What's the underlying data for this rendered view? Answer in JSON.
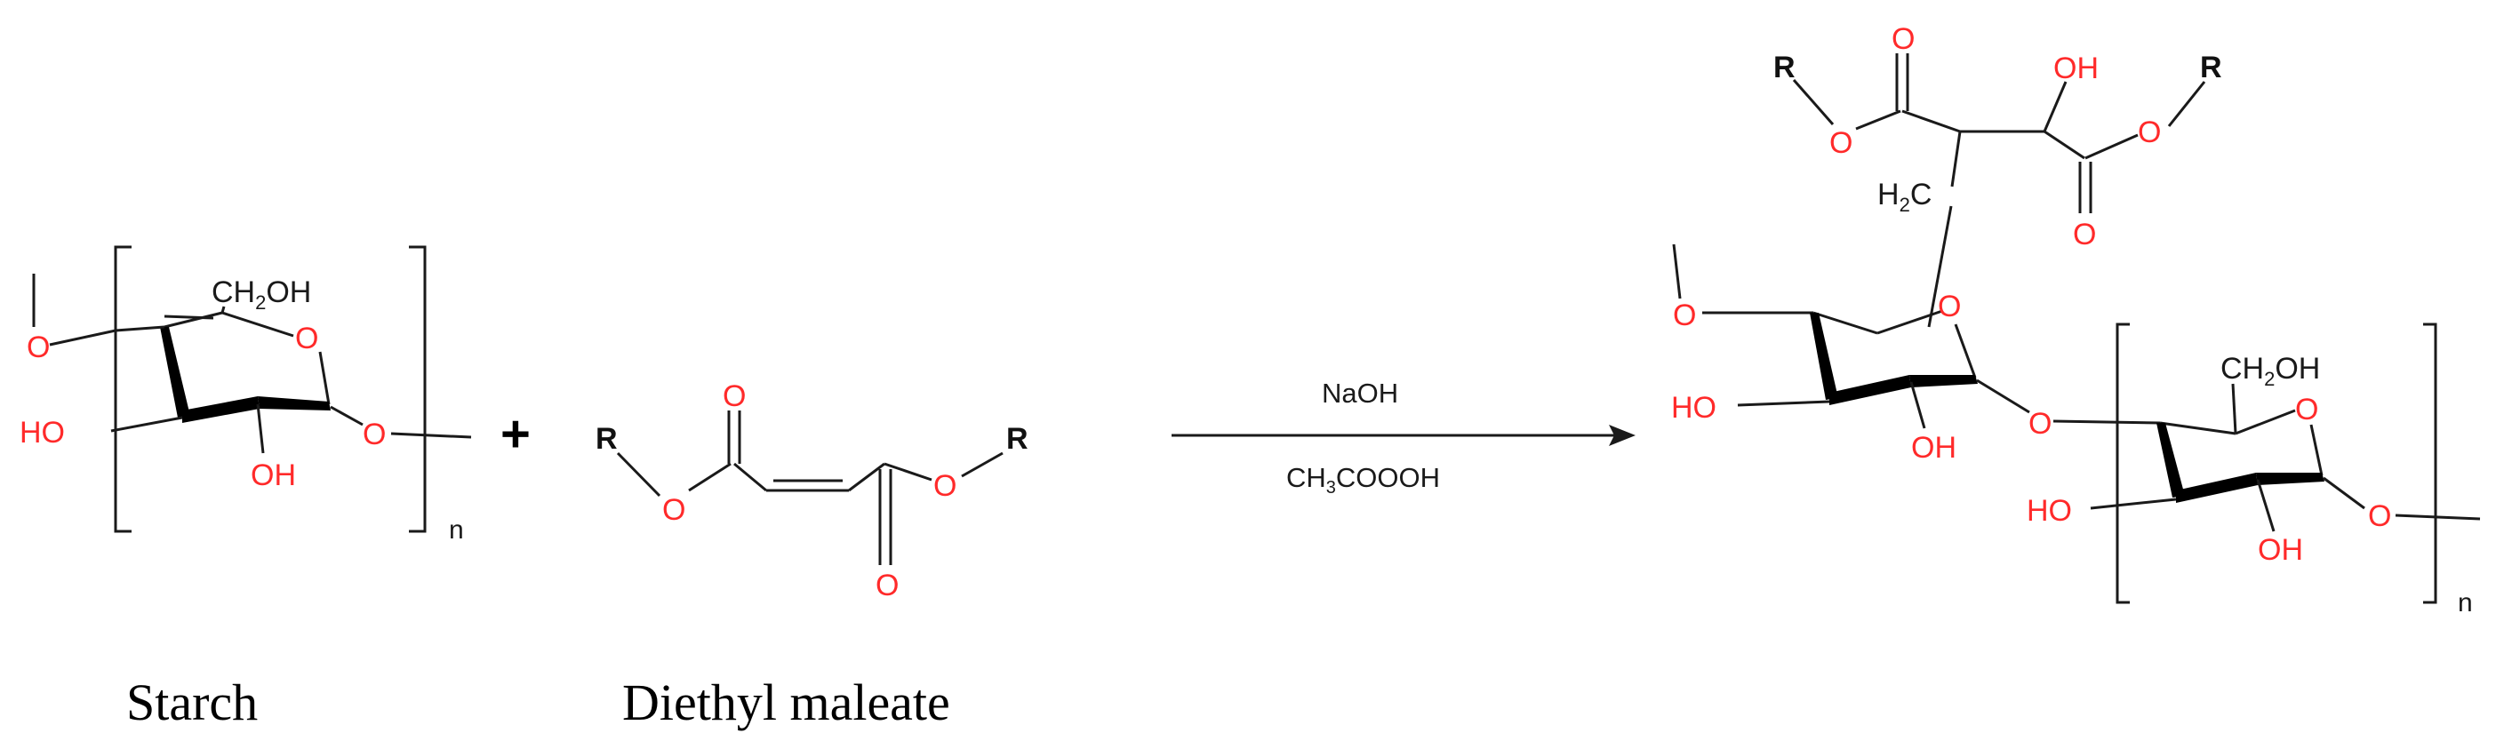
{
  "colors": {
    "heteroatom": "#ff2a2a",
    "bond": "#1a1a1a",
    "background": "#ffffff"
  },
  "starch": {
    "ch2oh_prefix": "CH",
    "ch2oh_sub": "2",
    "ch2oh_suffix": "OH",
    "ring_o": "O",
    "link_o_left": "O",
    "link_o_right": "O",
    "ho3": "HO",
    "oh2": "OH",
    "repeat_n": "n",
    "caption": "Starch"
  },
  "plus_sign": "+",
  "maleate": {
    "r_left": "R",
    "r_right": "R",
    "o_top": "O",
    "o_ester_left": "O",
    "o_ester_right": "O",
    "o_bottom": "O",
    "caption": "Diethyl maleate"
  },
  "reaction": {
    "reagent_above": "NaOH",
    "reagent_below_pre": "CH",
    "reagent_below_sub": "3",
    "reagent_below_post": "COOOH"
  },
  "product": {
    "r_left": "R",
    "r_right": "R",
    "o_carbonyl_left": "O",
    "oh_top": "OH",
    "o_ester_left": "O",
    "o_ester_right": "O",
    "o_carbonyl_right": "O",
    "h2c_pre": "H",
    "h2c_sub": "2",
    "h2c_post": "C",
    "ring1_o_ext": "O",
    "ring1_o": "O",
    "ring1_ho": "HO",
    "ring1_oh": "OH",
    "glyco_o": "O",
    "ring2_ch2oh_prefix": "CH",
    "ring2_ch2oh_sub": "2",
    "ring2_ch2oh_suffix": "OH",
    "ring2_o": "O",
    "ring2_ho": "HO",
    "ring2_oh": "OH",
    "ring2_o_right": "O",
    "repeat_n": "n"
  }
}
